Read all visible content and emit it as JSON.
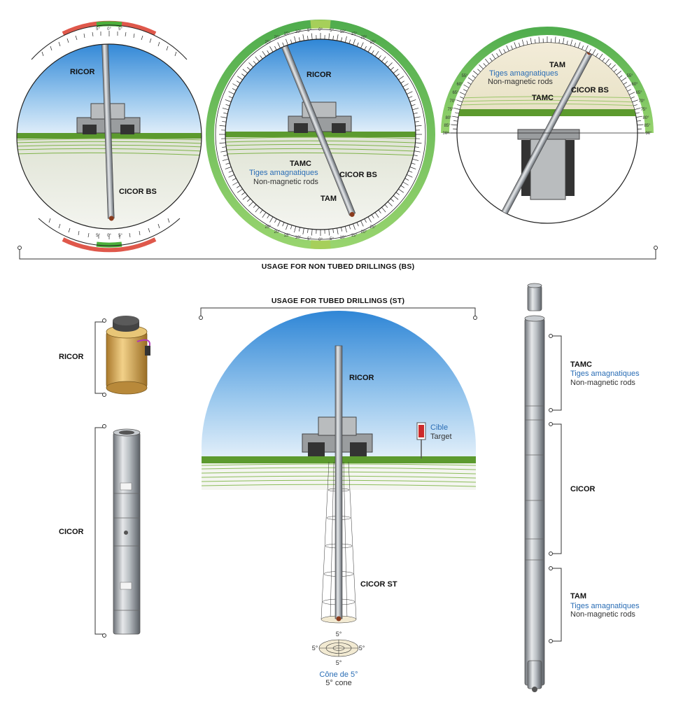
{
  "sections": {
    "bs_title": "USAGE FOR NON TUBED DRILLINGS (BS)",
    "st_title": "USAGE FOR TUBED DRILLINGS (ST)"
  },
  "dial_left": {
    "ricor": "RICOR",
    "cicor_bs": "CICOR BS",
    "ticks_top": [
      "5°",
      "0°",
      "5°"
    ],
    "ticks_bottom": [
      "5°",
      "0°",
      "5°"
    ]
  },
  "dial_middle": {
    "ricor": "RICOR",
    "tamc": "TAMC",
    "tiges": "Tiges amagnatiques",
    "nonmag": "Non-magnetic rods",
    "cicor_bs": "CICOR BS",
    "tam": "TAM",
    "ticks_top": [
      "25°",
      "20°",
      "15°",
      "10°",
      "5°",
      "0°",
      "5°",
      "10°",
      "15°",
      "20°",
      "25°"
    ],
    "ticks_bottom": [
      "25°",
      "20°",
      "15°",
      "10°",
      "5°",
      "0°",
      "5°",
      "10°",
      "15°",
      "20°",
      "25°"
    ]
  },
  "dial_right": {
    "tam": "TAM",
    "tiges": "Tiges amagnatiques",
    "nonmag": "Non-magnetic rods",
    "cicor_bs": "CICOR BS",
    "tamc": "TAMC",
    "ticks_left": [
      "55°",
      "60°",
      "65°",
      "70°",
      "75°",
      "80°",
      "85°",
      "90°"
    ],
    "ticks_right": [
      "55°",
      "60°",
      "65°",
      "70°",
      "75°",
      "80°",
      "85°",
      "90°"
    ]
  },
  "st_scene": {
    "ricor": "RICOR",
    "cible": "Cible",
    "target": "Target",
    "cicor_st": "CICOR ST",
    "cone_top": "5°",
    "cone_left": "5°",
    "cone_right": "5°",
    "cone_bottom": "5°",
    "cone_fr": "Cône de 5°",
    "cone_en": "5° cone"
  },
  "left_components": {
    "ricor": "RICOR",
    "cicor": "CICOR"
  },
  "right_assembly": {
    "tamc": "TAMC",
    "tamc_fr": "Tiges amagnatiques",
    "tamc_en": "Non-magnetic rods",
    "cicor": "CICOR",
    "tam": "TAM",
    "tam_fr": "Tiges amagnatiques",
    "tam_en": "Non-magnetic rods"
  },
  "colors": {
    "sky": "#4a9fe0",
    "grass": "#5c9a2e",
    "dial_green": "#4caf3a",
    "dial_red": "#d93b2b",
    "label_blue": "#2a6db5"
  }
}
